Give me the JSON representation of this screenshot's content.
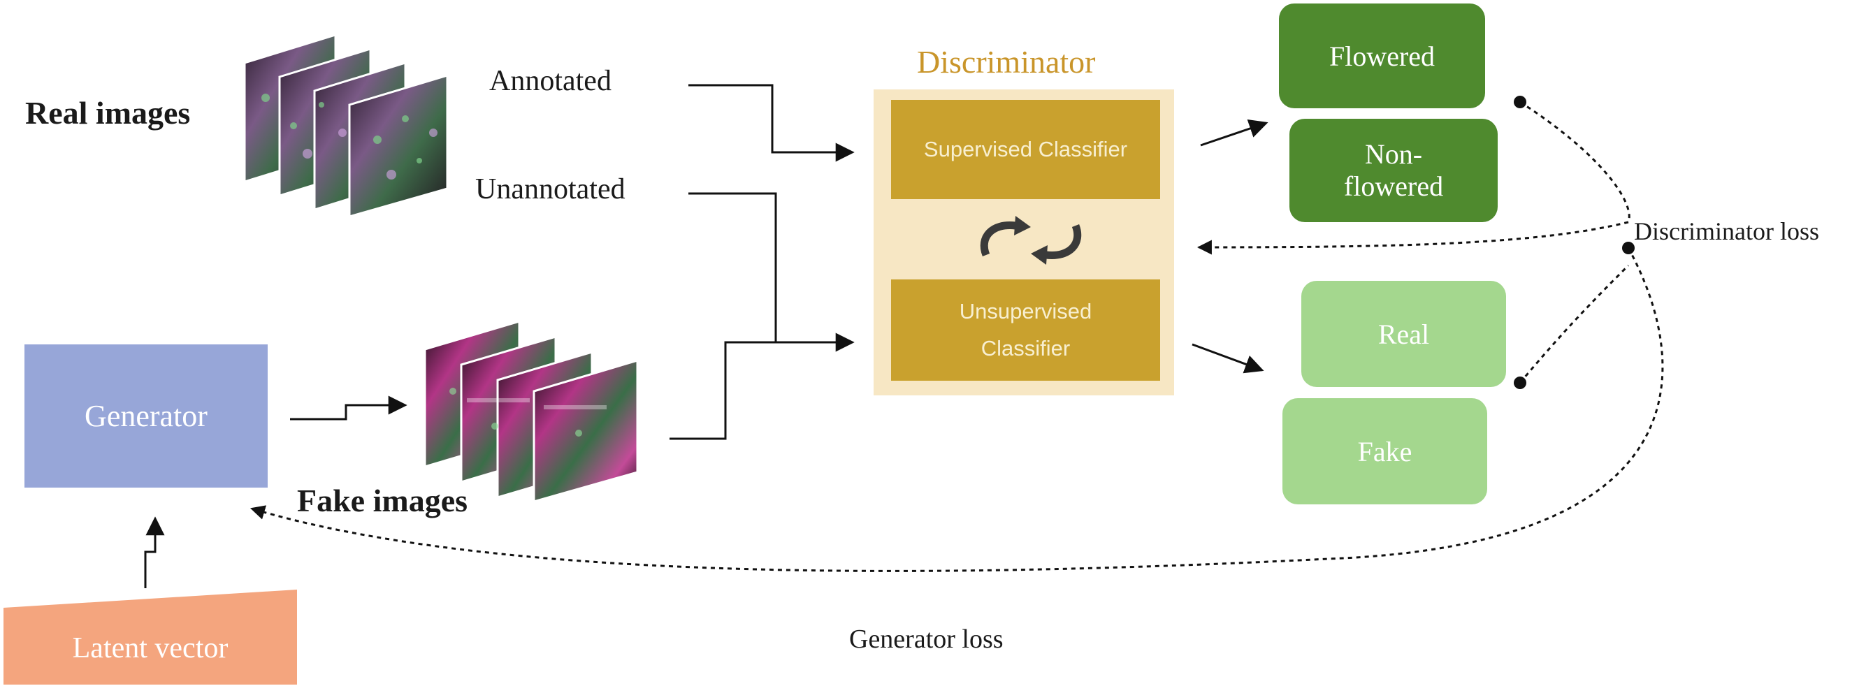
{
  "labels": {
    "real_images": "Real images",
    "fake_images": "Fake images",
    "annotated": "Annotated",
    "unannotated": "Unannotated",
    "discriminator_title": "Discriminator",
    "discriminator_loss": "Discriminator loss",
    "generator_loss": "Generator loss"
  },
  "boxes": {
    "generator": "Generator",
    "latent_vector": "Latent vector",
    "supervised_classifier": "Supervised Classifier",
    "unsupervised_classifier": "Unsupervised Classifier",
    "flowered": "Flowered",
    "non_flowered": "Non-flowered",
    "real": "Real",
    "fake": "Fake"
  },
  "colors": {
    "generator": "#97a6d8",
    "latent_vector": "#f4a57e",
    "discriminator_panel": "#f7e7c4",
    "classifier": "#c9a12e",
    "discriminator_title": "#c9952a",
    "flowered": "#4f8a2e",
    "real_fake": "#a4d78e"
  }
}
